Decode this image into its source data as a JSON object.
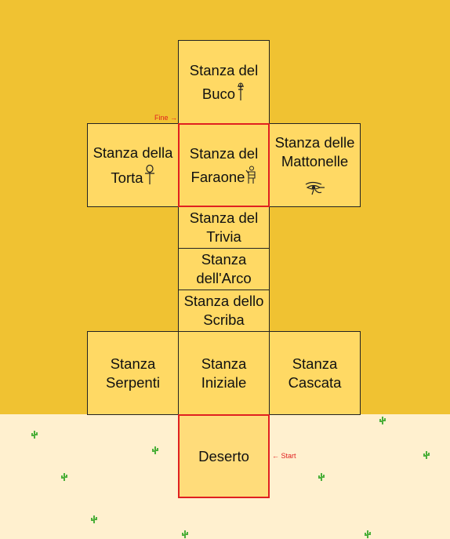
{
  "rooms": {
    "buco": {
      "line1": "Stanza del",
      "line2": "Buco",
      "glyph": "ankh-cross-icon"
    },
    "torta": {
      "line1": "Stanza della",
      "line2": "Torta",
      "glyph": "ankh-icon"
    },
    "faraone": {
      "line1": "Stanza del",
      "line2": "Faraone",
      "glyph": "pharaoh-hieroglyph-icon"
    },
    "mattonelle": {
      "line1": "Stanza delle",
      "line2": "Mattonelle",
      "glyph": "eye-of-horus-icon"
    },
    "trivia": {
      "line1": "Stanza del",
      "line2": "Trivia"
    },
    "arco": {
      "line1": "Stanza",
      "line2": "dell'Arco"
    },
    "scriba": {
      "line1": "Stanza dello",
      "line2": "Scriba"
    },
    "serpenti": {
      "line1": "Stanza",
      "line2": "Serpenti"
    },
    "iniziale": {
      "line1": "Stanza",
      "line2": "Iniziale"
    },
    "cascata": {
      "line1": "Stanza",
      "line2": "Cascata"
    },
    "deserto": {
      "line1": "Deserto"
    }
  },
  "markers": {
    "end_label": "Fine",
    "end_arrow": "→",
    "start_arrow": "←",
    "start_label": "Start"
  },
  "colors": {
    "background": "#f0c232",
    "sand": "#fff0cf",
    "room": "#ffd964",
    "highlight": "#e02020",
    "cactus": "#4caf3a"
  }
}
